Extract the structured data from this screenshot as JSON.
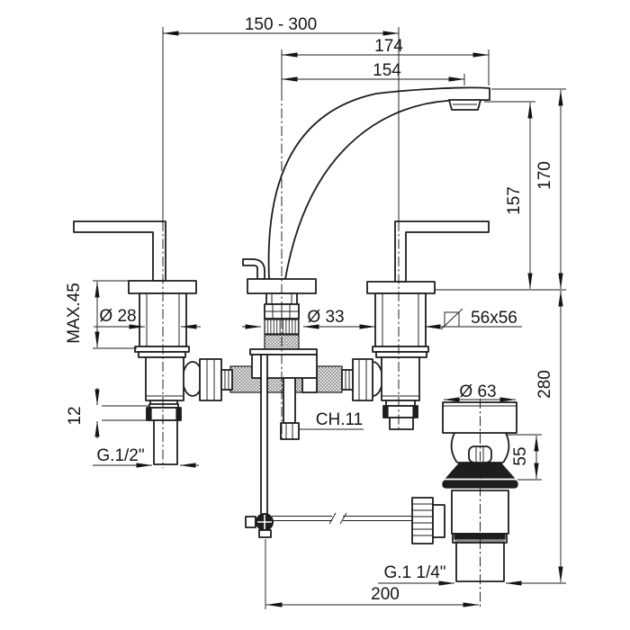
{
  "page": {
    "background": "#ffffff",
    "line_color": "#1d1d1d"
  },
  "labels": {
    "span_between_valves": "150 - 300",
    "spout_reach_total": "174",
    "spout_reach_aerator": "154",
    "spout_height_total": "170",
    "spout_height_aerator": "157",
    "deck_to_tail_end": "280",
    "max_deck_thickness": "MAX.45",
    "valve_shank_diameter": "Ø 28",
    "body_shank_diameter": "Ø 33",
    "escutcheon_square": "56x56",
    "nut_height": "12",
    "valve_thread": "G.1/2\"",
    "wrench_size": "CH.11",
    "waste_cap_diameter": "Ø 63",
    "waste_cap_height": "55",
    "waste_thread": "G.1 1/4\"",
    "waste_offset": "200"
  }
}
